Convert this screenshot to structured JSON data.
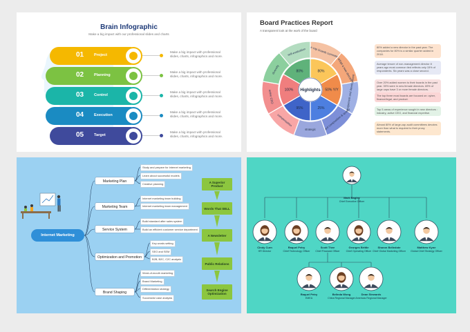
{
  "brain": {
    "title": "Brain Infographic",
    "subtitle": "Make a big impact with our professional slides and charts",
    "items": [
      {
        "num": "01",
        "label": "Project",
        "color": "#f5b800",
        "desc": "Make a big impact with professional slides, charts, infographics and more."
      },
      {
        "num": "02",
        "label": "Planning",
        "color": "#7cc242",
        "desc": "Make a big impact with professional slides, charts, infographics and more."
      },
      {
        "num": "03",
        "label": "Control",
        "color": "#1bb5a8",
        "desc": "Make a big impact with professional slides, charts, infographics and more."
      },
      {
        "num": "04",
        "label": "Execution",
        "color": "#1a8bc2",
        "desc": "Make a big impact with professional slides, charts, infographics and more."
      },
      {
        "num": "05",
        "label": "Target",
        "color": "#3f4a9c",
        "desc": "Make a big impact with professional slides, charts, infographics and more."
      }
    ]
  },
  "board": {
    "title": "Board Practices Report",
    "subtitle": "A transparent look at the  work of the board",
    "center": "Highlights",
    "inner_labels": [
      "80%",
      "50% Y/Y",
      "25%",
      "95%",
      "100%",
      "80%"
    ],
    "ring_labels": [
      "large cap boards committee...",
      "adopt a new director",
      "risk management and development",
      "board composition & quality",
      "strategic",
      "compensation",
      "active CEO",
      "diversity",
      "self-evaluation"
    ],
    "cards": [
      {
        "text": "80% added a new director in the past year. The companies for 80% is a similar  quarter added in 2018.",
        "bg": "#fde3cf"
      },
      {
        "text": "Average tenure of non-management director 8 years ago most common tied reflects only 15% of respondents. Six years was a close second.",
        "bg": "#e6e9f5"
      },
      {
        "text": "Over 20% added women to their boards in the past year. 39% were in new female directors. 69% of large caps have 3 or more female directors.",
        "bg": "#f8e0e0"
      },
      {
        "text": "The top three most boards are focused on: cyber, finance/legal, and product.",
        "bg": "#fbd6d6"
      },
      {
        "text": "Top 5 areas of experience sought in new directors : industry, active CEO, and financial expertise.",
        "bg": "#e2f2e6"
      },
      {
        "text": "Almost 80% of large-cap audit committees devotes more than what is required to their proxy statements.",
        "bg": "#fde7cf"
      }
    ]
  },
  "mindmap": {
    "center": "Internet Marketing",
    "branches": [
      {
        "label": "Marketing Plan",
        "leaves": [
          "Study and prepare for internet marketing",
          "Learn about successful models",
          "Creative planning"
        ]
      },
      {
        "label": "Marketing Team",
        "leaves": [
          "Internet marketing team building",
          "Internet marketing team management"
        ]
      },
      {
        "label": "Service System",
        "leaves": [
          "Build standard after sales system",
          "Build an efficient customer service department"
        ]
      },
      {
        "label": "Optimization and Promotion",
        "leaves": [
          "Key words setting",
          "SEO and SEM",
          "B2B, B2C, C2C analysis"
        ]
      },
      {
        "label": "Brand Shaping",
        "leaves": [
          "Word-of-mouth marketing",
          "Brand Marketing",
          "Differentiation strategy",
          "Successful case analysis"
        ]
      }
    ],
    "steps": [
      "A Superior Product",
      "Words That SELL",
      "A Newsletter",
      "Public Relations",
      "Search Engine Optimization"
    ]
  },
  "org": {
    "top": {
      "name": "Mark Bagley",
      "role": "Chief Executive Officer"
    },
    "row1": [
      {
        "name": "Cindy Curn",
        "role": "HR Director"
      },
      {
        "name": "Raquel Petry",
        "role": "Chief Technology Officer"
      },
      {
        "name": "Scott Thee",
        "role": "Chief Financial Officer"
      },
      {
        "name": "Georges Brittle",
        "role": "Chief Operating Officer"
      },
      {
        "name": "Sharon Belledote",
        "role": "Chief Global Marketing Officer"
      },
      {
        "name": "Matthew Kyne",
        "role": "Global Chief Strategy Officer"
      }
    ],
    "row2": [
      {
        "name": "Raquel Petry",
        "role": "EMEA"
      },
      {
        "name": "Belinda Wong",
        "role": "China Regional Manager"
      },
      {
        "name": "Dean Stewards",
        "role": "Americas Regional Manager"
      }
    ]
  }
}
